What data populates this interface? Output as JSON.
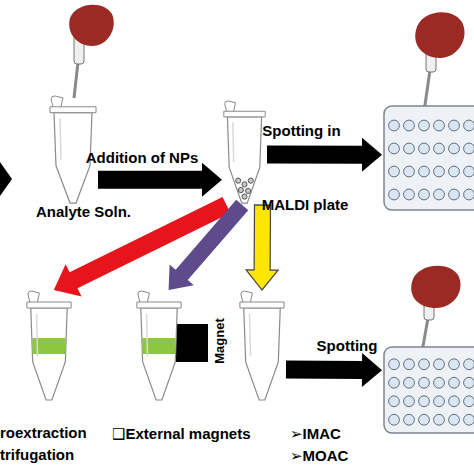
{
  "diagram": {
    "nodes": [
      {
        "text": [
          "Analyte Soln."
        ]
      },
      {
        "text": []
      },
      {
        "text": []
      },
      {
        "text": [
          "roextraction trifugation"
        ]
      },
      {
        "text": [
          "❑External magnets"
        ]
      },
      {
        "text": [
          "➢IMAC",
          "➢MOAC"
        ]
      },
      {
        "text": []
      }
    ],
    "edges": [
      {
        "from": 0,
        "to": 1,
        "arrow": "to",
        "label": "Addition of NPs"
      },
      {
        "from": 1,
        "to": 2,
        "arrow": "to",
        "label": "Spotting in"
      },
      {
        "from": 1,
        "to": 3,
        "arrow": "to"
      },
      {
        "from": 1,
        "to": 4,
        "arrow": "to"
      },
      {
        "from": 1,
        "to": 5,
        "arrow": "to"
      },
      {
        "from": 5,
        "to": 6,
        "arrow": "to",
        "label": "Spotting"
      }
    ],
    "labels": [
      "MALDI plate",
      "Magnet"
    ]
  }
}
